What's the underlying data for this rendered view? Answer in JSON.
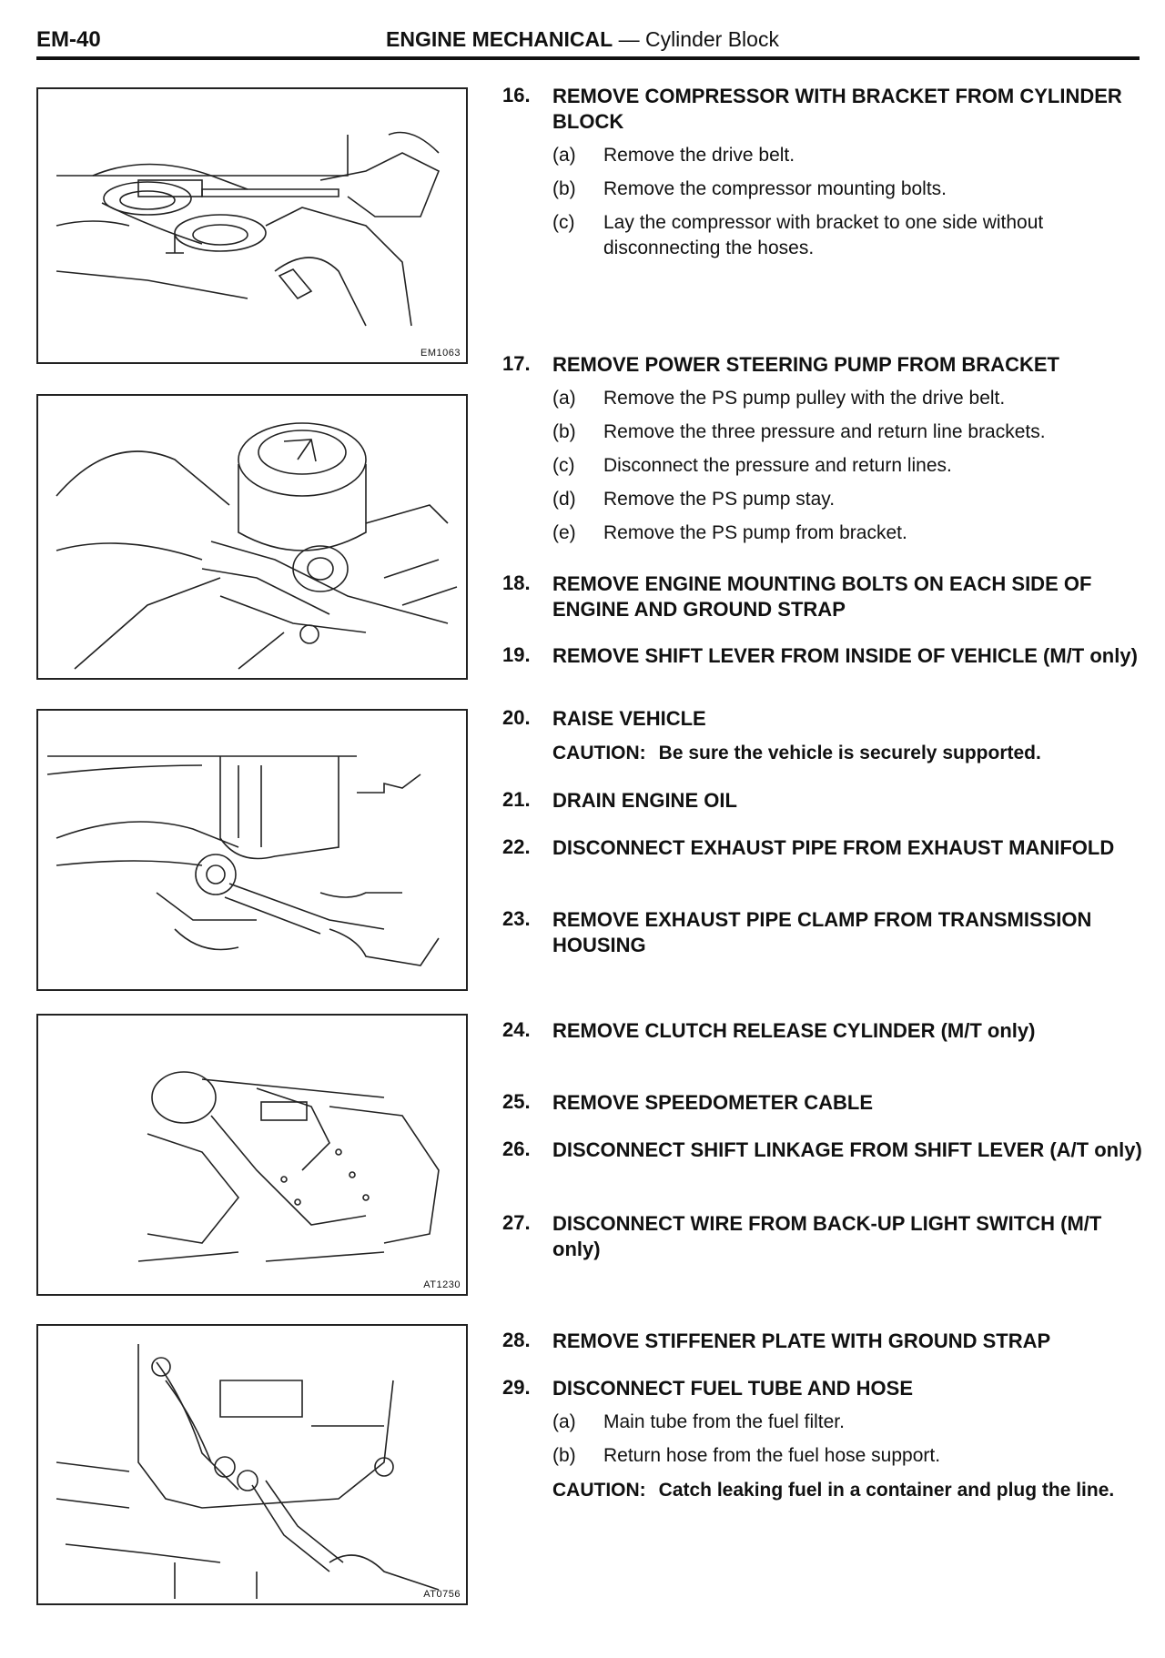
{
  "header": {
    "page_number": "EM-40",
    "section": "ENGINE MECHANICAL",
    "separator": "—",
    "subsection": "Cylinder Block"
  },
  "figures": [
    {
      "code": "EM1063"
    },
    {
      "code": ""
    },
    {
      "code": ""
    },
    {
      "code": "AT1230"
    },
    {
      "code": "AT0756"
    }
  ],
  "steps": [
    {
      "num": "16.",
      "title": "REMOVE COMPRESSOR WITH BRACKET FROM CYLINDER BLOCK",
      "subs": [
        {
          "label": "(a)",
          "text": "Remove the drive belt."
        },
        {
          "label": "(b)",
          "text": "Remove the compressor mounting bolts."
        },
        {
          "label": "(c)",
          "text": "Lay the compressor with bracket to one side without disconnecting the hoses."
        }
      ]
    },
    {
      "num": "17.",
      "title": "REMOVE POWER STEERING PUMP FROM BRACKET",
      "subs": [
        {
          "label": "(a)",
          "text": "Remove the PS pump pulley with the drive belt."
        },
        {
          "label": "(b)",
          "text": "Remove the three pressure and return line brackets."
        },
        {
          "label": "(c)",
          "text": "Disconnect the pressure and return lines."
        },
        {
          "label": "(d)",
          "text": "Remove the PS pump stay."
        },
        {
          "label": "(e)",
          "text": "Remove the PS pump from bracket."
        }
      ]
    },
    {
      "num": "18.",
      "title": "REMOVE ENGINE MOUNTING BOLTS ON EACH SIDE OF ENGINE AND GROUND STRAP"
    },
    {
      "num": "19.",
      "title": "REMOVE SHIFT LEVER FROM INSIDE OF VEHICLE (M/T only)"
    },
    {
      "num": "20.",
      "title": "RAISE VEHICLE",
      "caution_label": "CAUTION:",
      "caution_text": "Be sure the vehicle is securely supported."
    },
    {
      "num": "21.",
      "title": "DRAIN ENGINE OIL"
    },
    {
      "num": "22.",
      "title": "DISCONNECT EXHAUST PIPE FROM EXHAUST MANIFOLD"
    },
    {
      "num": "23.",
      "title": "REMOVE EXHAUST PIPE CLAMP FROM TRANSMISSION HOUSING"
    },
    {
      "num": "24.",
      "title": "REMOVE CLUTCH RELEASE CYLINDER (M/T only)"
    },
    {
      "num": "25.",
      "title": "REMOVE SPEEDOMETER CABLE"
    },
    {
      "num": "26.",
      "title": "DISCONNECT SHIFT LINKAGE FROM SHIFT LEVER (A/T only)"
    },
    {
      "num": "27.",
      "title": "DISCONNECT WIRE FROM BACK-UP LIGHT SWITCH (M/T only)"
    },
    {
      "num": "28.",
      "title": "REMOVE STIFFENER PLATE WITH GROUND STRAP"
    },
    {
      "num": "29.",
      "title": "DISCONNECT FUEL TUBE AND HOSE",
      "subs": [
        {
          "label": "(a)",
          "text": "Main tube from the fuel filter."
        },
        {
          "label": "(b)",
          "text": "Return hose from the fuel hose support."
        }
      ],
      "caution_label": "CAUTION:",
      "caution_text": "Catch leaking fuel in a container and plug the line."
    }
  ]
}
